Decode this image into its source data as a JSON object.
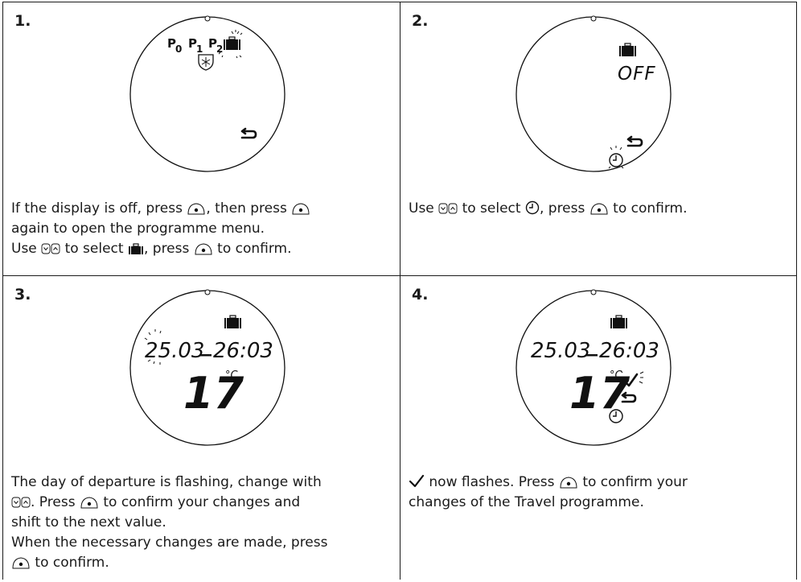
{
  "steps": [
    {
      "number": "1.",
      "display": {
        "programmes": [
          "P",
          "P",
          "P"
        ],
        "programme_subs": [
          "0",
          "1",
          "2"
        ]
      },
      "lines": [
        [
          "If the display is off, press ",
          "{ok}",
          ", then press ",
          "{ok}"
        ],
        [
          "again to open the programme menu."
        ],
        [
          "Use ",
          "{updown}",
          " to select ",
          "{case}",
          ", press ",
          "{ok}",
          " to confirm."
        ]
      ]
    },
    {
      "number": "2.",
      "display": {
        "status": "OFF"
      },
      "lines": [
        [
          "Use ",
          "{updown}",
          " to select ",
          "{clock}",
          ", press ",
          "{ok}",
          " to confirm."
        ]
      ]
    },
    {
      "number": "3.",
      "display": {
        "date_from": "25.03",
        "date_to": "26:03",
        "temperature": "17",
        "unit": "°C"
      },
      "lines": [
        [
          "The day of departure is flashing, change with"
        ],
        [
          "{updown}",
          ". Press ",
          "{ok}",
          " to confirm your changes and"
        ],
        [
          "shift to the next value."
        ],
        [
          "When the necessary changes are made, press"
        ],
        [
          "{ok}",
          " to confirm."
        ]
      ]
    },
    {
      "number": "4.",
      "display": {
        "date_from": "25.03",
        "date_to": "26:03",
        "temperature": "17",
        "unit": "°C"
      },
      "lines": [
        [
          "{check}",
          " now flashes. Press ",
          "{ok}",
          " to confirm your"
        ],
        [
          "changes of the Travel programme."
        ]
      ]
    }
  ],
  "icons": {
    "ok": "ok-button-icon",
    "updown": "up-down-buttons-icon",
    "case": "suitcase-icon",
    "clock": "clock-icon",
    "check": "checkmark-icon"
  }
}
